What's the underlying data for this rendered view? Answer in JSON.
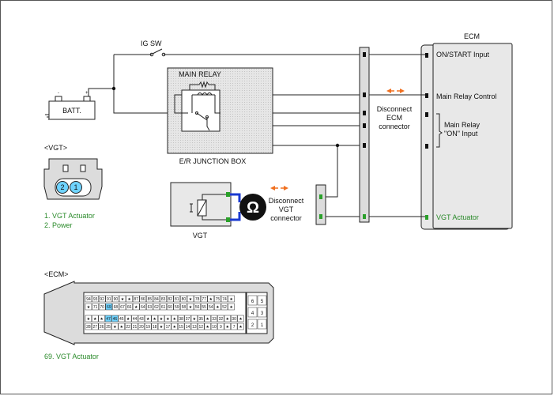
{
  "labels": {
    "ig_sw": "IG SW",
    "batt": "BATT.",
    "main_relay": "MAIN RELAY",
    "junction_box": "E/R JUNCTION BOX",
    "ecm_title": "ECM",
    "ecm_pin_on_start": "ON/START Input",
    "ecm_pin_main_relay_control": "Main Relay Control",
    "ecm_pin_main_relay_on_1": "Main Relay",
    "ecm_pin_main_relay_on_2": "\"ON\" Input",
    "ecm_pin_vgt_actuator": "VGT Actuator",
    "disconnect_ecm_1": "Disconnect",
    "disconnect_ecm_2": "ECM",
    "disconnect_ecm_3": "connector",
    "disconnect_vgt_1": "Disconnect",
    "disconnect_vgt_2": "VGT",
    "disconnect_vgt_3": "connector",
    "vgt_component": "VGT",
    "vgt_section": "<VGT>",
    "vgt_pin_1": "1. VGT Actuator",
    "vgt_pin_2": "2. Power",
    "vgt_connector_pin_2": "2",
    "vgt_connector_pin_1": "1",
    "ecm_section": "<ECM>",
    "ecm_pin_69": "69. VGT Actuator",
    "ohm_symbol": "Ω",
    "plus": "+",
    "minus": "-"
  },
  "ecm_connector_rows": {
    "row1": [
      "94",
      "93",
      "92",
      "91",
      "90",
      "★",
      "★",
      "87",
      "86",
      "85",
      "84",
      "83",
      "82",
      "81",
      "80",
      "★",
      "78",
      "77",
      "★",
      "75",
      "74",
      "★"
    ],
    "row2": [
      "★",
      "71",
      "70",
      "69",
      "68",
      "67",
      "66",
      "★",
      "64",
      "63",
      "62",
      "61",
      "60",
      "59",
      "58",
      "★",
      "56",
      "55",
      "54",
      "★",
      "52",
      "★"
    ],
    "row3": [
      "★",
      "★",
      "★",
      "47",
      "46",
      "45",
      "★",
      "44",
      "43",
      "★",
      "★",
      "★",
      "★",
      "★",
      "38",
      "37",
      "★",
      "35",
      "★",
      "33",
      "32",
      "★",
      "30",
      "★"
    ],
    "row4": [
      "28",
      "27",
      "26",
      "25",
      "★",
      "★",
      "22",
      "21",
      "20",
      "19",
      "18",
      "★",
      "17",
      "★",
      "15",
      "14",
      "13",
      "12",
      "★",
      "10",
      "9",
      "★",
      "7",
      "★"
    ],
    "side": [
      "6",
      "5",
      "4",
      "3",
      "2",
      "1"
    ]
  },
  "colors": {
    "wire": "#222222",
    "arrow": "#f07020",
    "connector_green": "#2aa02a",
    "shield_blue": "#1a3ad0",
    "box_fill": "#e8e8e8",
    "connector_fill": "#dcdcdc",
    "label_green": "#2a8a2a",
    "highlight": "#6fd3ff"
  }
}
